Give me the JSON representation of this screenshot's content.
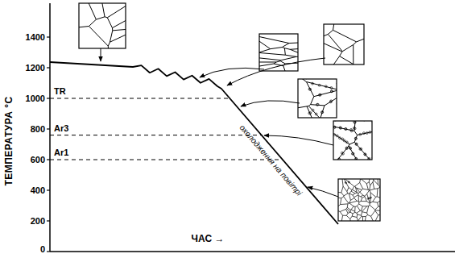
{
  "diagram": {
    "labels": [
      "1400",
      "1200",
      "1000",
      "800",
      "600",
      "400",
      "200",
      "0",
      "TR",
      "Ar3",
      "Ar1",
      "ТЕМПЕРАТУРА °С",
      "ЧАС →",
      "охолодження на повітрі"
    ]
  }
}
